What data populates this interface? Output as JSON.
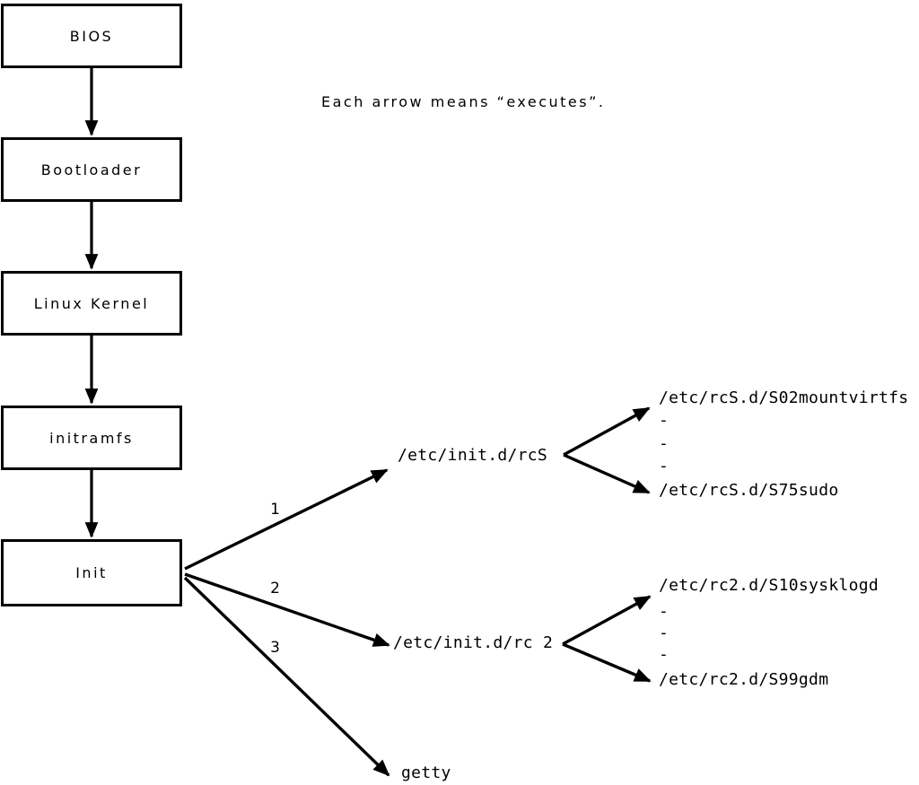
{
  "note": "Each arrow means “executes”.",
  "chain": [
    "BIOS",
    "Bootloader",
    "Linux Kernel",
    "initramfs",
    "Init"
  ],
  "init_edges": [
    {
      "label": "1",
      "target": "/etc/init.d/rcS"
    },
    {
      "label": "2",
      "target": "/etc/init.d/rc 2"
    },
    {
      "label": "3",
      "target": "getty"
    }
  ],
  "rcS_scripts": [
    "/etc/rcS.d/S02mountvirtfs",
    "-",
    "-",
    "-",
    "/etc/rcS.d/S75sudo"
  ],
  "rc2_scripts": [
    "/etc/rc2.d/S10sysklogd",
    "-",
    "-",
    "-",
    "/etc/rc2.d/S99gdm"
  ],
  "colors": {
    "ink": "#000000",
    "background": "#ffffff"
  }
}
